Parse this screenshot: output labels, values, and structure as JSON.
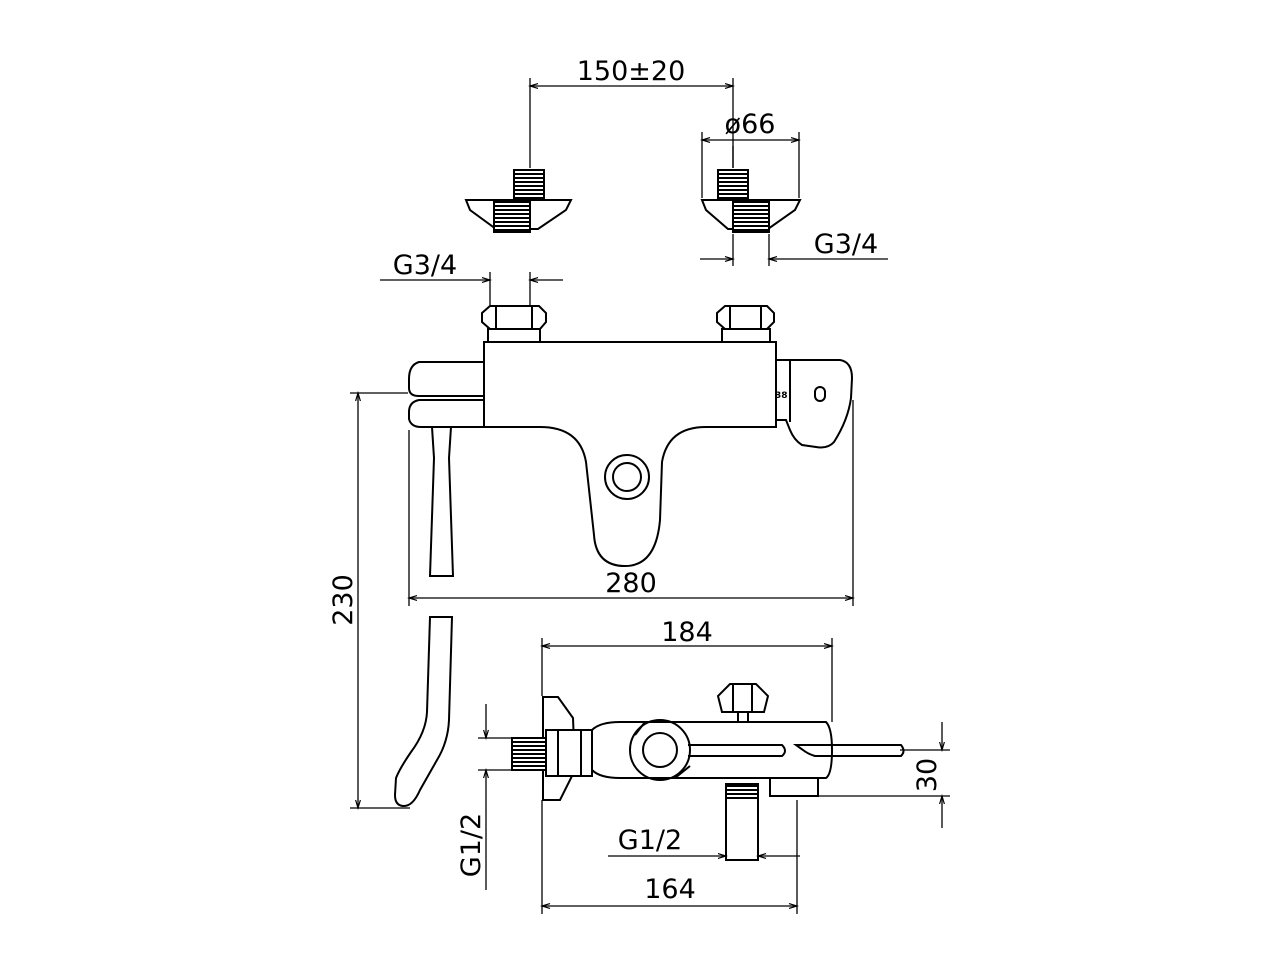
{
  "dimensions": {
    "eccentric_spacing": "150±20",
    "flange_diameter": "ø66",
    "inlet_thread_right": "G3/4",
    "inlet_thread_left": "G3/4",
    "overall_width": "280",
    "overall_height": "230",
    "projection_total": "184",
    "projection_body": "164",
    "outlet_thread": "G1/2",
    "wall_thread": "G1/2",
    "outlet_height": "30"
  },
  "marks": {
    "thermostat_scale": "38"
  }
}
